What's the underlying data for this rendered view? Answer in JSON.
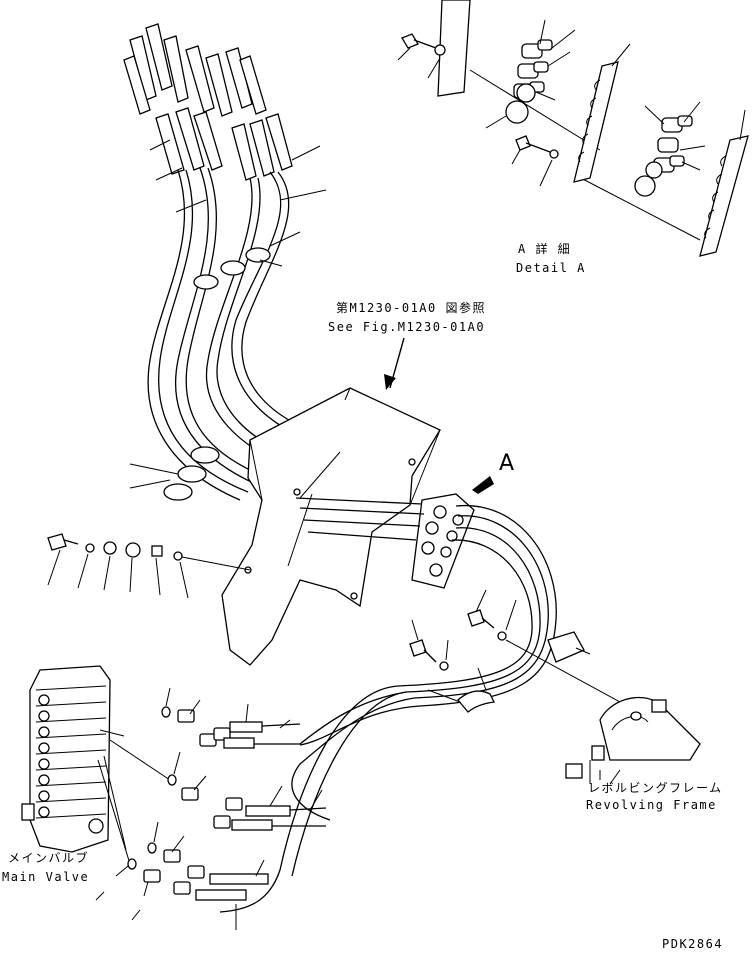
{
  "diagram": {
    "ref_fig_jp": "第M1230-01A0 図参照",
    "ref_fig_en": "See Fig.M1230-01A0",
    "detail_jp": "A 詳 細",
    "detail_en": "Detail A",
    "arrow_label": "A",
    "main_valve_jp": "メインバルブ",
    "main_valve_en": "Main Valve",
    "frame_jp": "レボルビングフレーム",
    "frame_en": "Revolving Frame",
    "drawing_no": "PDK2864"
  }
}
